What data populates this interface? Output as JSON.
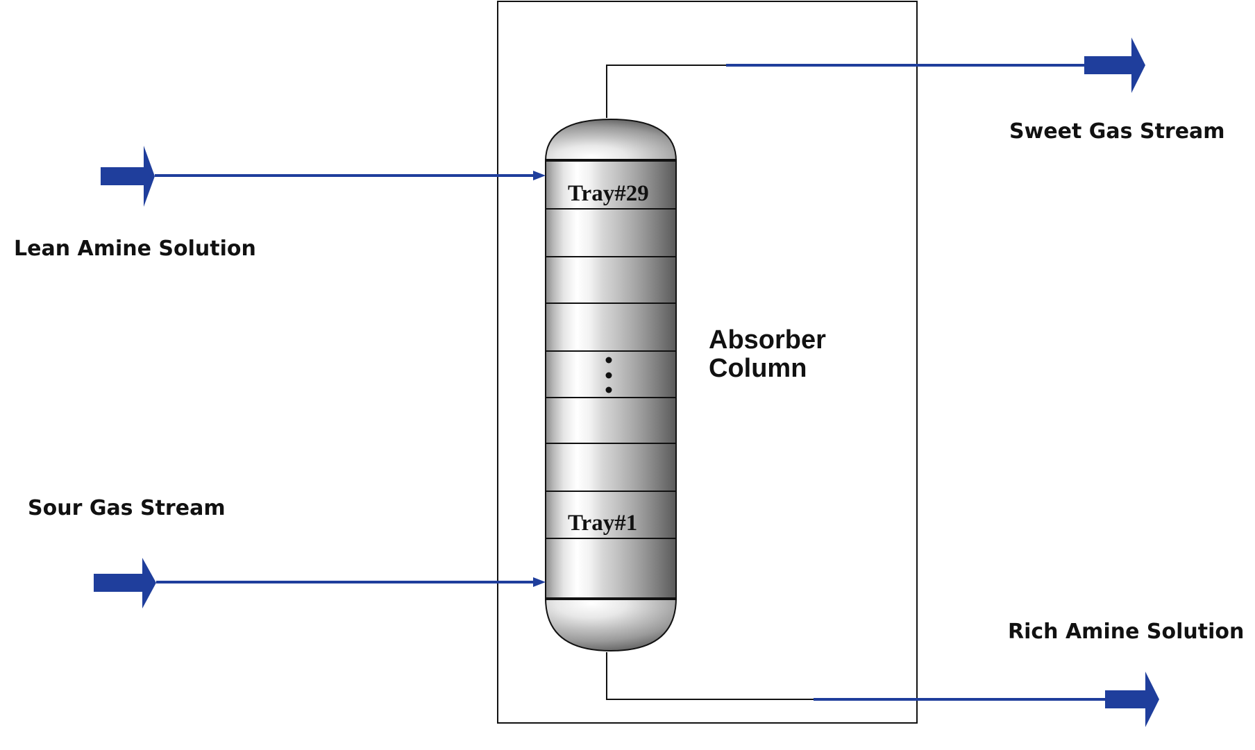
{
  "labels": {
    "lean_amine": "Lean Amine Solution",
    "sour_gas": "Sour Gas Stream",
    "sweet_gas": "Sweet Gas Stream",
    "rich_amine": "Rich Amine Solution",
    "column_line1": "Absorber",
    "column_line2": "Column",
    "tray_top": "Tray#29",
    "tray_bottom": "Tray#1",
    "ellipsis": "⋮"
  },
  "colors": {
    "stream": "#1f3e9c",
    "outline": "#111111",
    "background": "#ffffff"
  }
}
